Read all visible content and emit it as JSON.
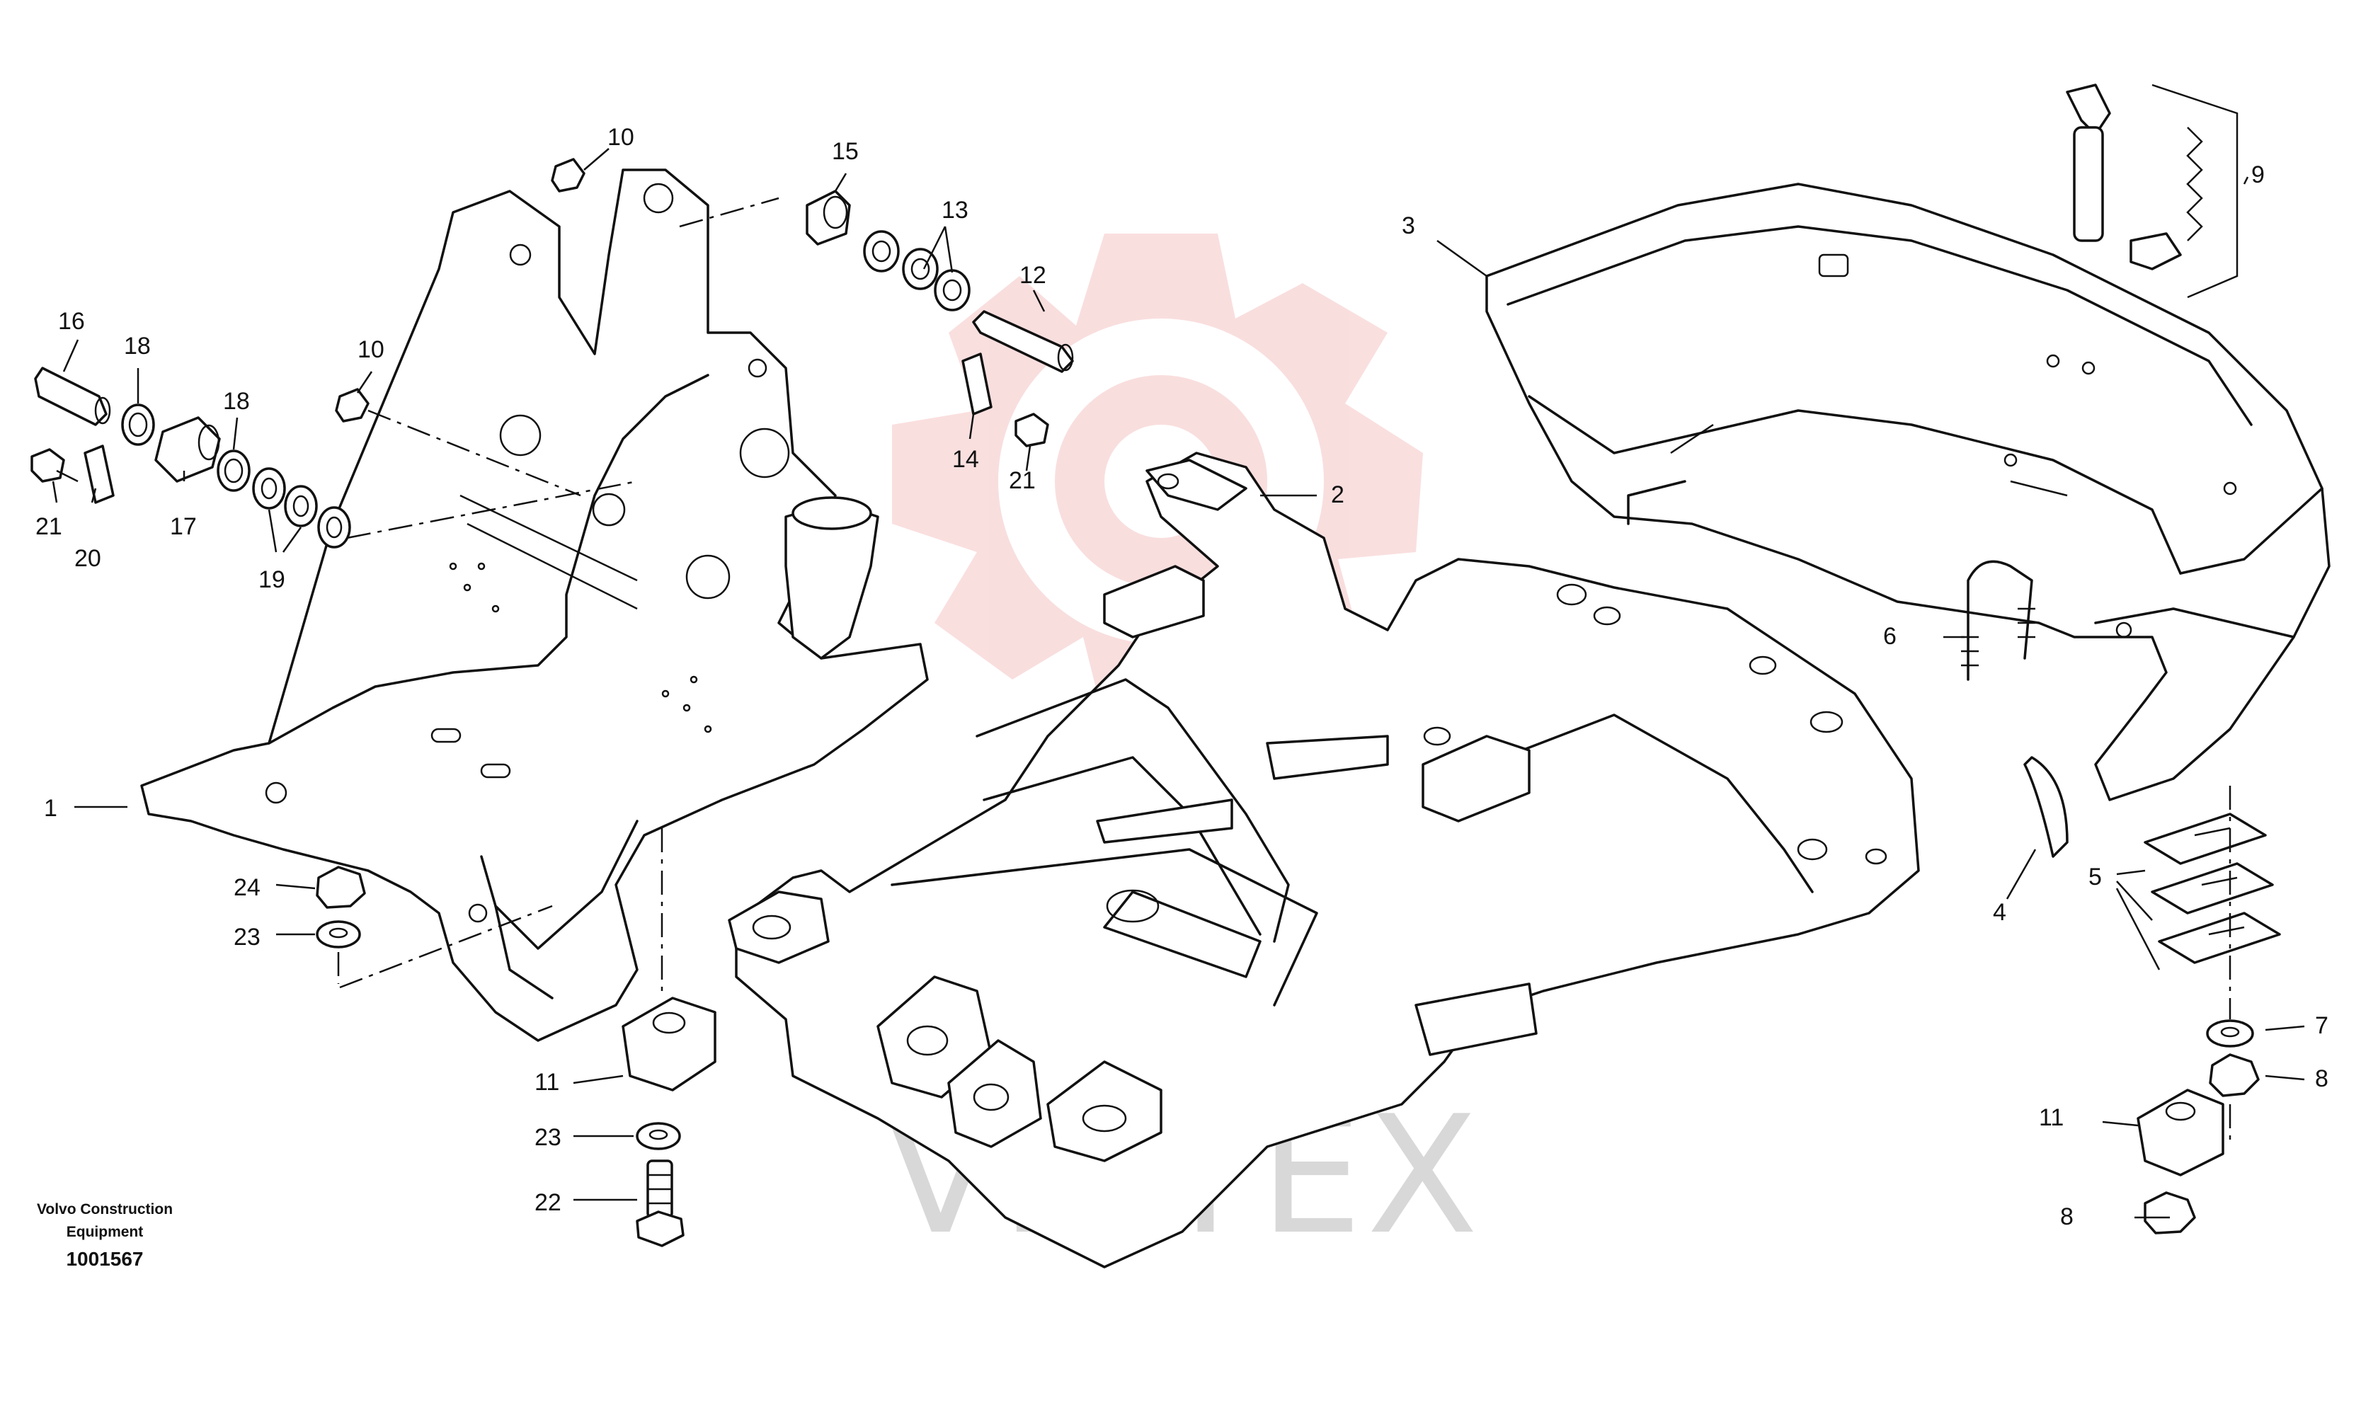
{
  "caption": {
    "line1": "Volvo Construction",
    "line2": "Equipment",
    "number": "1001567"
  },
  "watermark": {
    "text": "VIATEX",
    "color": "#f5c2c2"
  },
  "callouts": {
    "c1": "1",
    "c2": "2",
    "c3": "3",
    "c4": "4",
    "c5": "5",
    "c6": "6",
    "c7": "7",
    "c8a": "8",
    "c8b": "8",
    "c9": "9",
    "c10a": "10",
    "c10b": "10",
    "c11a": "11",
    "c11b": "11",
    "c12": "12",
    "c13": "13",
    "c14": "14",
    "c15": "15",
    "c16": "16",
    "c17": "17",
    "c18a": "18",
    "c18b": "18",
    "c19": "19",
    "c20": "20",
    "c21a": "21",
    "c21b": "21",
    "c22": "22",
    "c23a": "23",
    "c23b": "23",
    "c24": "24"
  }
}
